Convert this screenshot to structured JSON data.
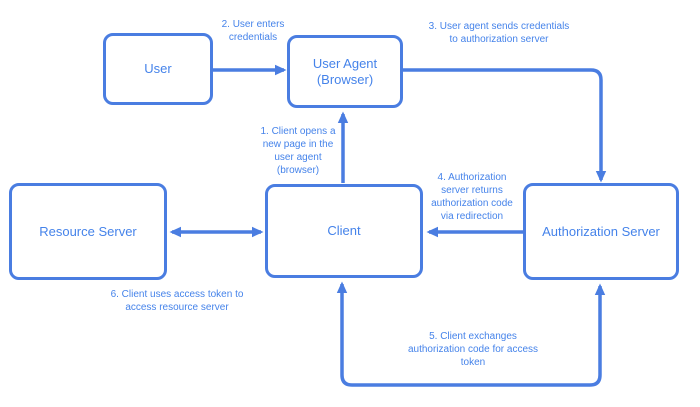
{
  "diagram": {
    "colors": {
      "accent": "#4a7de1",
      "text": "#4583ea",
      "bg": "#ffffff"
    },
    "nodes": [
      {
        "id": "user",
        "label": "User"
      },
      {
        "id": "user-agent",
        "label": "User Agent\n(Browser)"
      },
      {
        "id": "resource-server",
        "label": "Resource Server"
      },
      {
        "id": "client",
        "label": "Client"
      },
      {
        "id": "authorization-server",
        "label": "Authorization Server"
      }
    ],
    "edges": [
      {
        "id": "step1",
        "from": "client",
        "to": "user-agent",
        "direction": "one-way",
        "label": "1. Client opens a\nnew page in the\nuser agent\n(browser)"
      },
      {
        "id": "step2",
        "from": "user",
        "to": "user-agent",
        "direction": "one-way",
        "label": "2. User enters\ncredentials"
      },
      {
        "id": "step3",
        "from": "user-agent",
        "to": "authorization-server",
        "direction": "one-way",
        "label": "3. User agent sends credentials\nto authorization server"
      },
      {
        "id": "step4",
        "from": "authorization-server",
        "to": "client",
        "direction": "one-way",
        "label": "4. Authorization\nserver returns\nauthorization code\nvia redirection"
      },
      {
        "id": "step5",
        "from": "client",
        "to": "authorization-server",
        "direction": "two-way",
        "label": "5. Client exchanges\nauthorization code for access\ntoken"
      },
      {
        "id": "step6",
        "from": "client",
        "to": "resource-server",
        "direction": "two-way",
        "label": "6. Client uses access token to\naccess resource server"
      }
    ]
  }
}
